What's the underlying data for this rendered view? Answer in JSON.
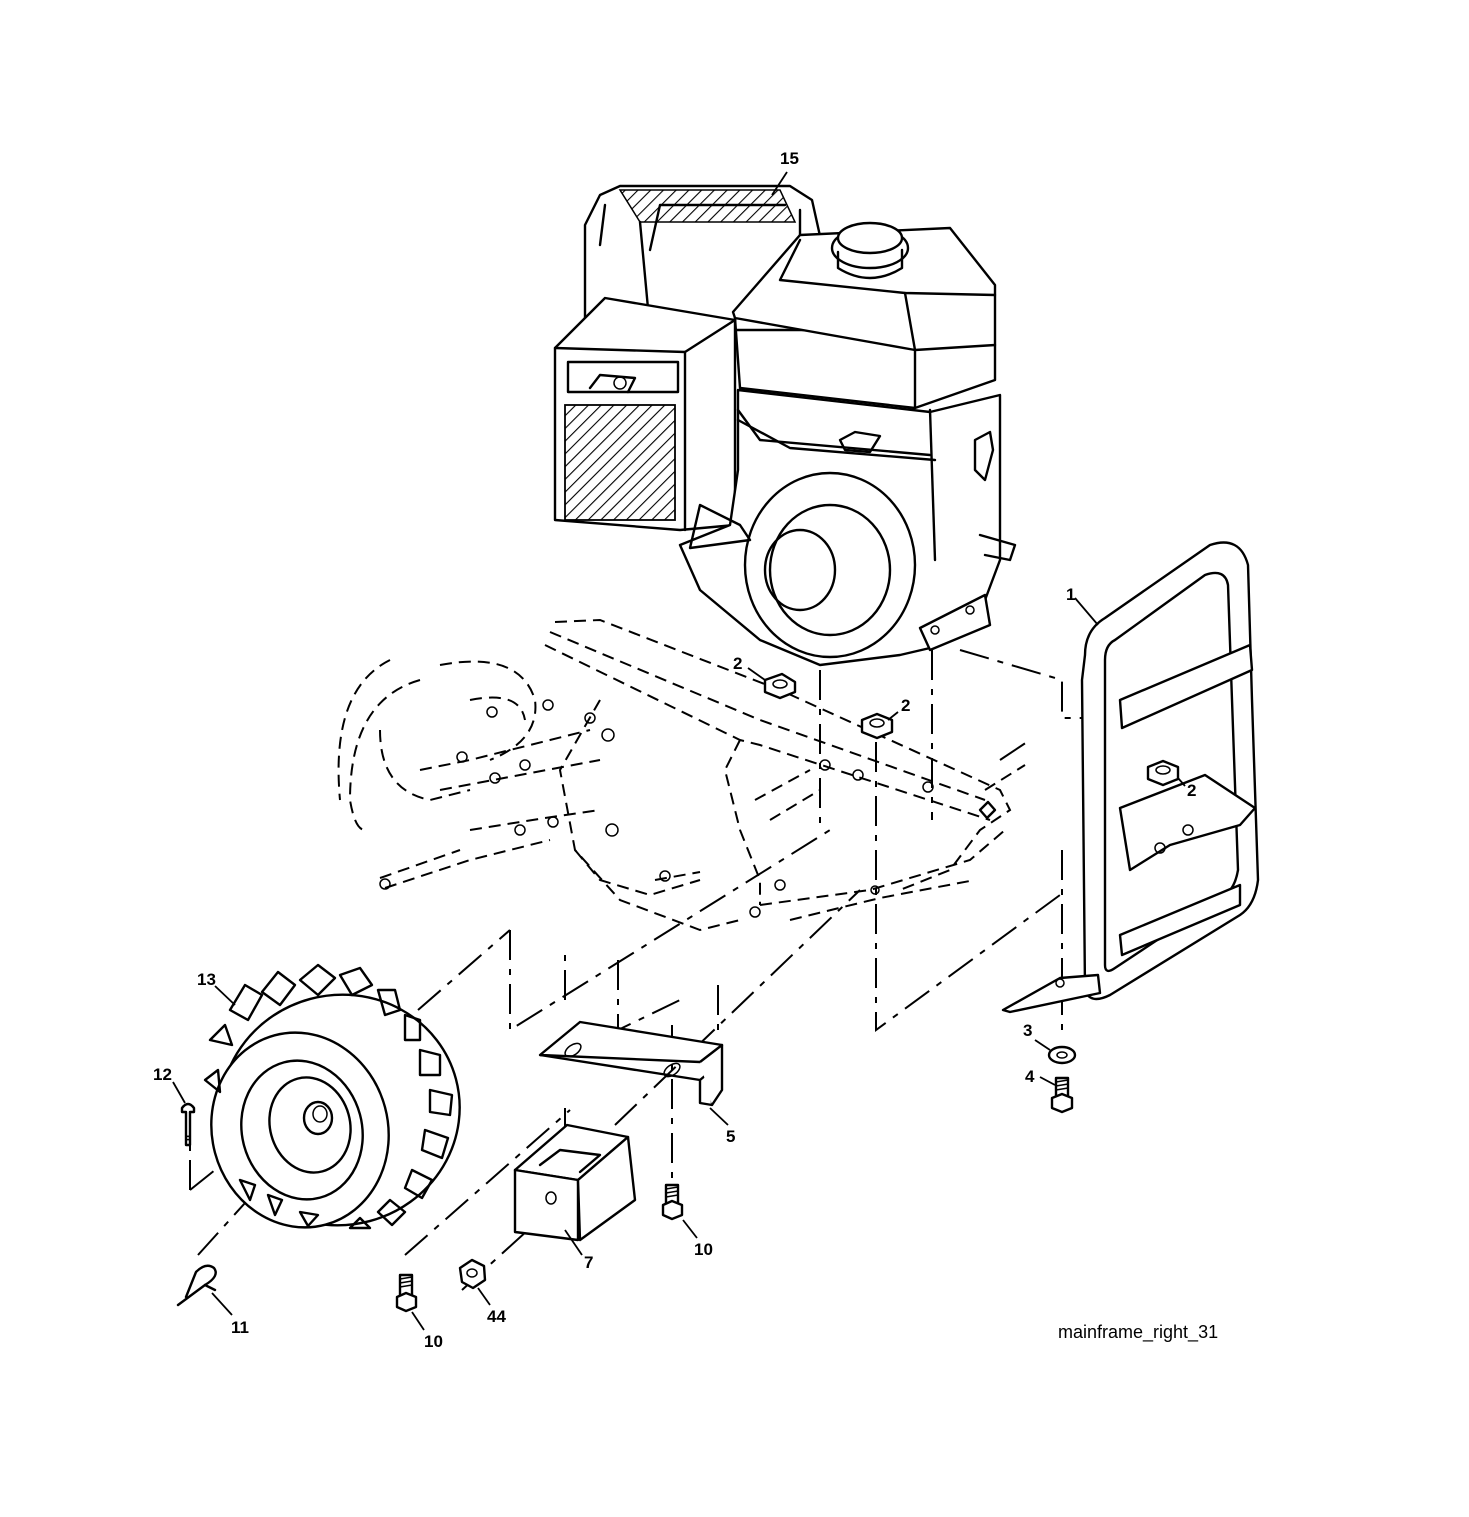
{
  "diagram_id": "mainframe_right_31",
  "callouts": {
    "c1": "1",
    "c2a": "2",
    "c2b": "2",
    "c2c": "2",
    "c3": "3",
    "c4": "4",
    "c5": "5",
    "c7": "7",
    "c10a": "10",
    "c10b": "10",
    "c11": "11",
    "c12": "12",
    "c13": "13",
    "c15": "15",
    "c44": "44"
  }
}
